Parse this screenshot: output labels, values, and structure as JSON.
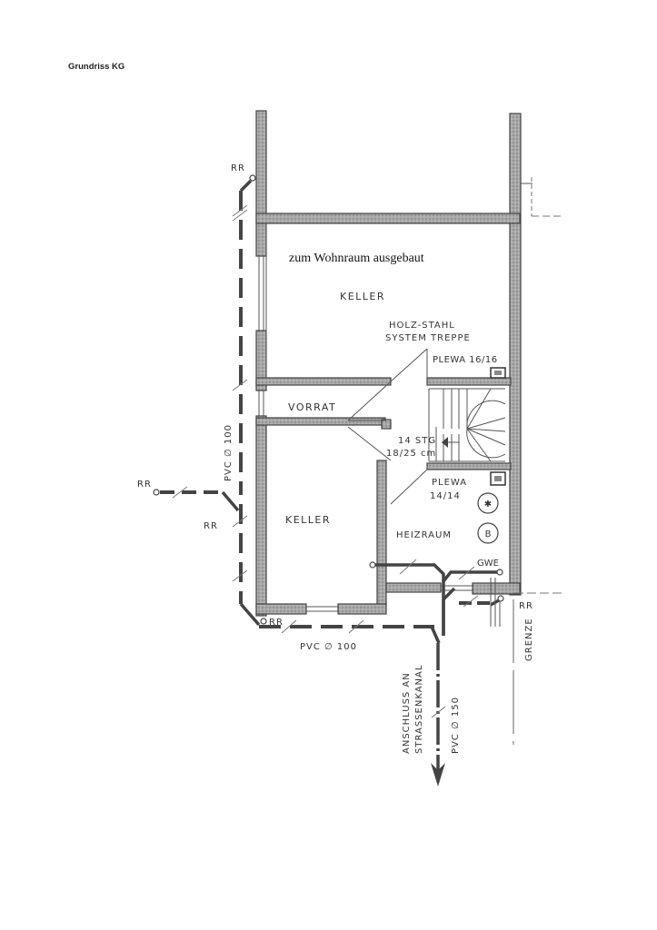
{
  "page": {
    "title": "Grundriss KG"
  },
  "plan": {
    "note": "zum Wohnraum ausgebaut",
    "rooms": {
      "keller_top": "KELLER",
      "vorrat": "VORRAT",
      "keller_bottom": "KELLER",
      "heizraum": "HEIZRAUM"
    },
    "stair": {
      "type_line1": "HOLZ-STAHL",
      "type_line2": "SYSTEM TREPPE",
      "steps": "14 STG",
      "dimensions": "18/25 cm"
    },
    "chimneys": {
      "upper": "PLEWA 16/16",
      "lower_line1": "PLEWA",
      "lower_line2": "14/14"
    },
    "symbols": {
      "boiler": "B",
      "gwe": "GWE"
    },
    "drainage": {
      "rr_labels": [
        "RR",
        "RR",
        "RR",
        "RR",
        "RR"
      ],
      "pipe_vertical": "PVC ∅ 100",
      "pipe_horizontal": "PVC ∅ 100",
      "pipe_main": "PVC ∅ 150",
      "connection_line1": "ANSCHLUSS AN",
      "connection_line2": "STRASSENKANAL"
    },
    "boundary": "GRENZE"
  },
  "colors": {
    "wall_fill": "#9a9a9a",
    "line": "#444444",
    "background": "#ffffff"
  }
}
